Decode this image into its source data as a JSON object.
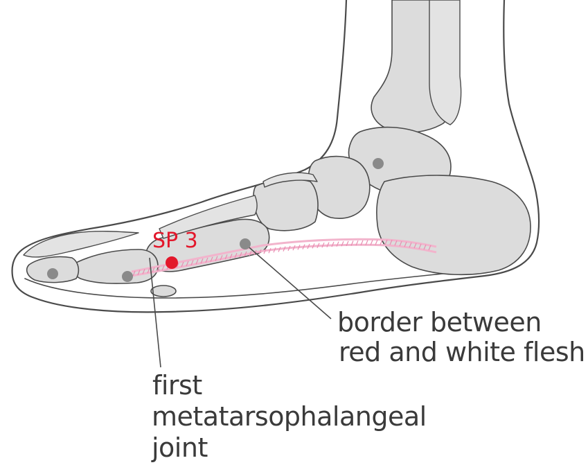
{
  "figure": {
    "point_label": "SP 3",
    "annotations": {
      "border": {
        "lines": [
          "border between",
          "red and white flesh"
        ]
      },
      "joint": {
        "lines": [
          "first",
          "metatarsophalangeal",
          "joint"
        ]
      }
    },
    "colors": {
      "point_marker": "#e3172b",
      "reference_markers": "#8a8a8a",
      "flesh_border": "#f2b4cc",
      "bone_fill": "#dcdcdc",
      "outline": "#4a4a4a"
    }
  }
}
